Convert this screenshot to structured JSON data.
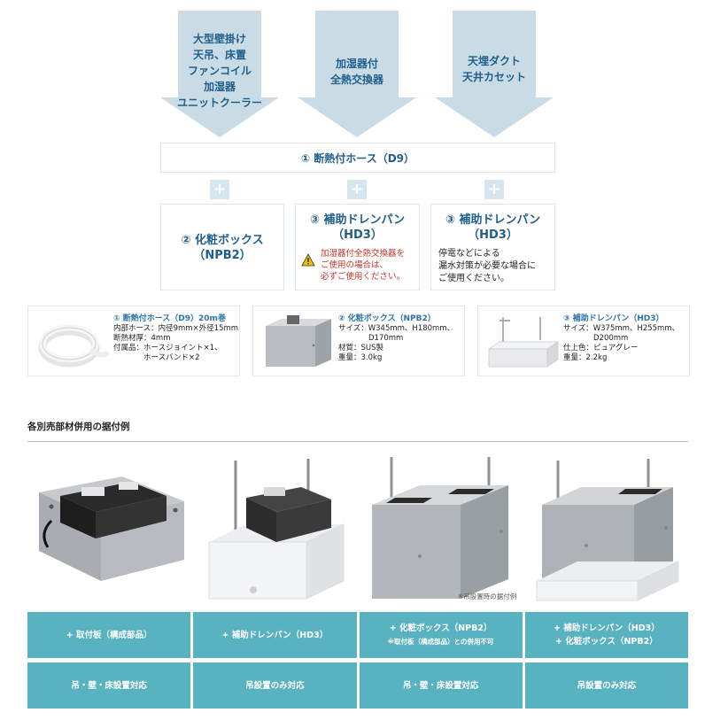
{
  "arrows": [
    {
      "lines": "大型壁掛け\n天吊、床置\nファンコイル\n加湿器\nユニットクーラー"
    },
    {
      "lines": "加湿器付\n全熱交換器"
    },
    {
      "lines": "天埋ダクト\n天井カセット"
    }
  ],
  "hose": {
    "label": "① 断熱付ホース（D9）"
  },
  "plus_symbol": "+",
  "options": [
    {
      "title": "② 化粧ボックス\n（NPB2）"
    },
    {
      "title": "③ 補助ドレンパン\n（HD3）",
      "warning": "加湿器付全熱交換器を\nご使用の場合は、\n必ずご使用ください。"
    },
    {
      "title": "③ 補助ドレンパン\n（HD3）",
      "desc": "停電などによる\n漏水対策が必要な場合に\nご使用ください。"
    }
  ],
  "products": [
    {
      "title": "① 断熱付ホース（D9）20m巻",
      "spec": "内部ホース：内径9mm×外径15mm\n断熱材厚：4mm\n付属品：ホースジョイント×1、\n　　　　ホースバンド×2"
    },
    {
      "title": "② 化粧ボックス（NPB2）",
      "spec": "サイズ：W345mm、H180mm、\n　　　　D170mm\n材質：SUS製\n重量：3.0kg"
    },
    {
      "title": "③ 補助ドレンパン（HD3）",
      "spec": "サイズ：W375mm、H255mm、\n　　　　D200mm\n仕上色：ピュアグレー\n重量：2.2kg"
    }
  ],
  "install": {
    "title": "各別売部材併用の据付例",
    "note": "※吊設置時の据付例",
    "row1": [
      {
        "label": "+ 取付板（構成部品）"
      },
      {
        "label": "+ 補助ドレンパン（HD3）"
      },
      {
        "label": "+ 化粧ボックス（NPB2）",
        "sub": "※取付板（構成部品）との併用不可"
      },
      {
        "label": "+ 補助ドレンパン（HD3）\n+ 化粧ボックス（NPB2）"
      }
    ],
    "row2": [
      {
        "label": "吊・壁・床設置対応"
      },
      {
        "label": "吊設置のみ対応"
      },
      {
        "label": "吊・壁・床設置対応"
      },
      {
        "label": "吊設置のみ対応"
      }
    ]
  },
  "colors": {
    "arrow": "#c9dce6",
    "teal": "#58b2c0",
    "title_blue": "#1f5f8a",
    "warn_red": "#c9302c"
  }
}
